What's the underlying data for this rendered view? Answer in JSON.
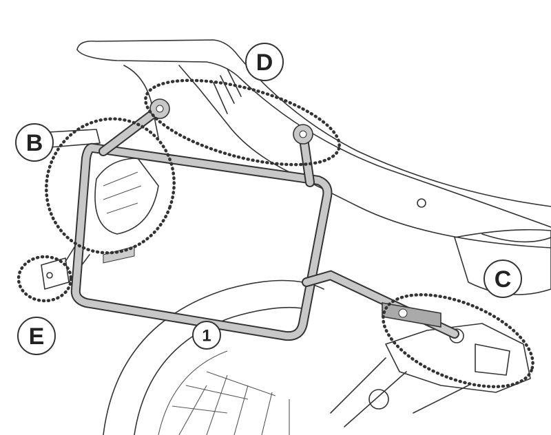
{
  "diagram": {
    "callouts": [
      {
        "id": "B",
        "label": "B"
      },
      {
        "id": "D",
        "label": "D"
      },
      {
        "id": "C",
        "label": "C"
      },
      {
        "id": "E",
        "label": "E"
      }
    ],
    "part_number": "1",
    "colors": {
      "frame_fill": "#c8c8c8",
      "outline": "#333333",
      "background": "#ffffff"
    }
  }
}
